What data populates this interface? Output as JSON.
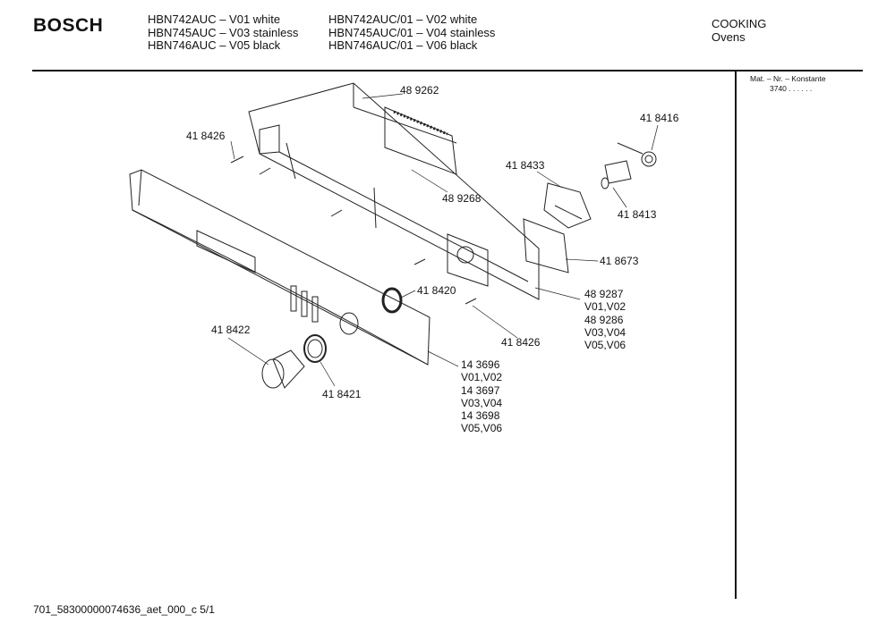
{
  "header": {
    "brand": "BOSCH",
    "models_left": [
      "HBN742AUC – V01 white",
      "HBN745AUC – V03 stainless",
      "HBN746AUC – V05 black"
    ],
    "models_right": [
      "HBN742AUC/01 – V02 white",
      "HBN745AUC/01 – V04 stainless",
      "HBN746AUC/01 – V06 black"
    ],
    "category": "COOKING",
    "subcategory": "Ovens"
  },
  "side_panel": {
    "line1": "Mat. – Nr. – Konstante",
    "line2": "3740 . . . . . ."
  },
  "parts": {
    "p489262": "48 9262",
    "p418426a": "41 8426",
    "p418416": "41 8416",
    "p418433": "41 8433",
    "p489268": "48 9268",
    "p418413": "41 8413",
    "p418673": "41 8673",
    "p418420": "41 8420",
    "p489287": "48 9287",
    "v0102a": "V01,V02",
    "p489286": "48 9286",
    "v0304a": "V03,V04",
    "v0506a": "V05,V06",
    "p418422": "41 8422",
    "p418426b": "41 8426",
    "p143696": "14 3696",
    "v0102b": "V01,V02",
    "p143697": "14 3697",
    "v0304b": "V03,V04",
    "p143698": "14 3698",
    "v0506b": "V05,V06",
    "p418421": "41 8421"
  },
  "footer": {
    "code": "701_58300000074636_aet_000_c  5/1"
  }
}
